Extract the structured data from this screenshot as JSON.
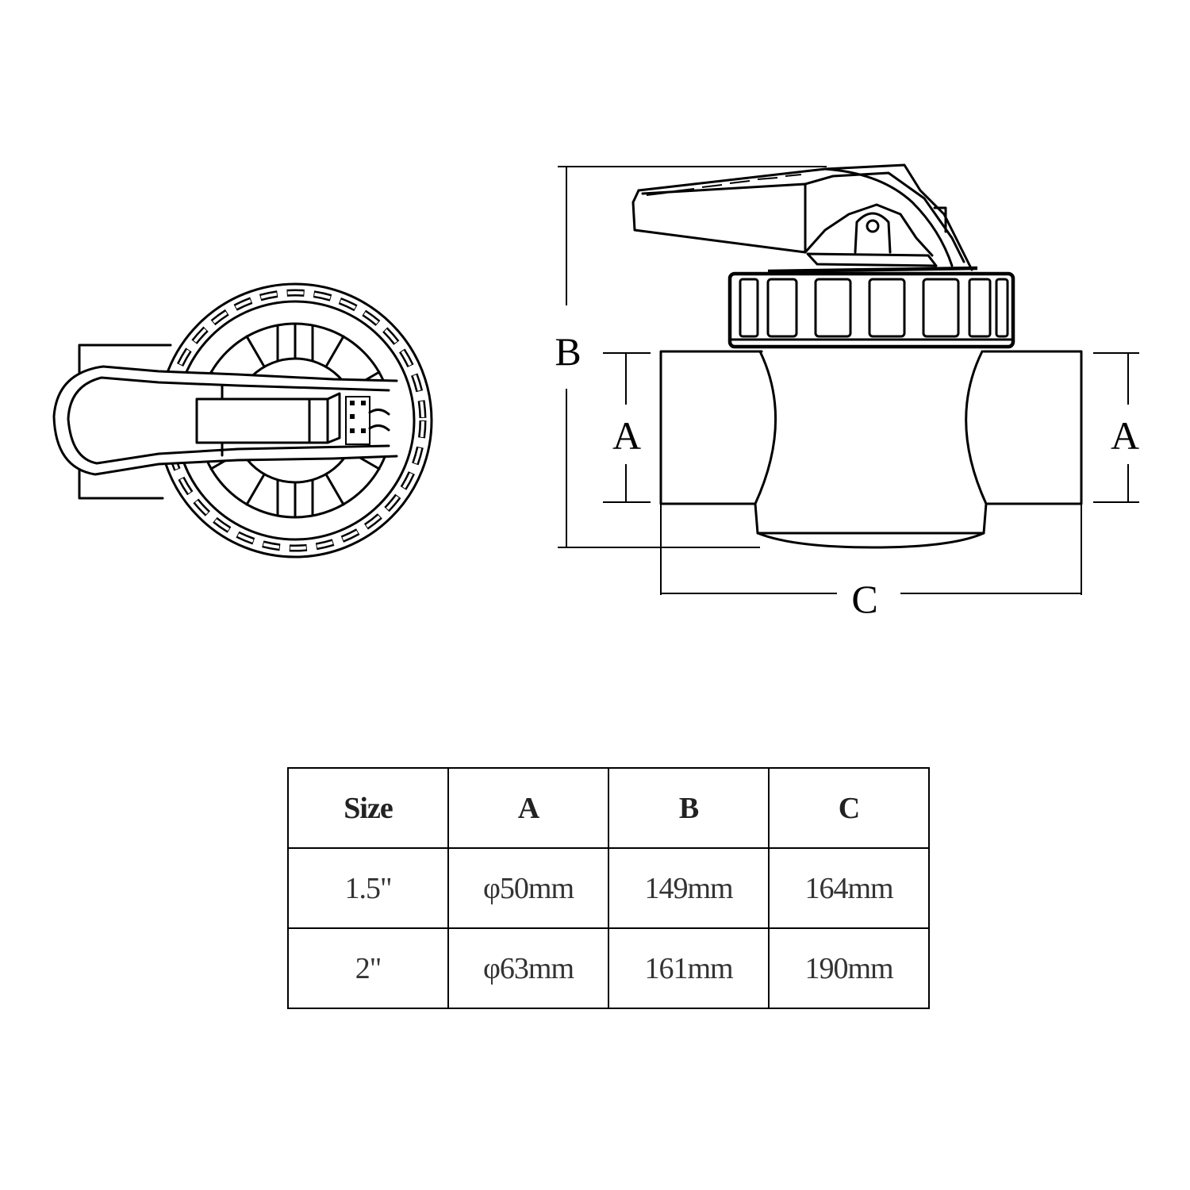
{
  "labels": {
    "top_b": "B",
    "side_a_left": "A",
    "side_a_right": "A",
    "bottom_c": "C"
  },
  "table": {
    "headers": [
      "Size",
      "A",
      "B",
      "C"
    ],
    "rows": [
      [
        "1.5\"",
        "φ50mm",
        "149mm",
        "164mm"
      ],
      [
        "2\"",
        "φ63mm",
        "161mm",
        "190mm"
      ]
    ]
  }
}
